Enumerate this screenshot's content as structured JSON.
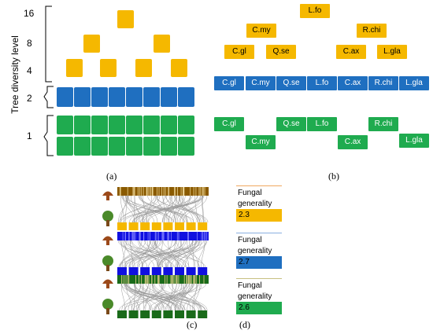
{
  "panel_a": {
    "y_title": "Tree diversity level",
    "ticks": [
      "16",
      "8",
      "4",
      "2",
      "1"
    ]
  },
  "panel_b": {
    "row_top": [
      "L.fo",
      "C.my",
      "R.chi",
      "C.gl",
      "Q.se",
      "C.ax",
      "L.gla"
    ],
    "row_blue": [
      "C.gl",
      "C.my",
      "Q.se",
      "L.fo",
      "C.ax",
      "R.chi",
      "L.gla"
    ],
    "row_green_upper": [
      "C.gl",
      "Q.se",
      "L.fo",
      "R.chi"
    ],
    "row_green_lower": [
      "C.my",
      "C.ax",
      "L.gla"
    ]
  },
  "panel_d": [
    {
      "title_line1": "Fungal",
      "title_line2": "generality",
      "value": "2.3"
    },
    {
      "title_line1": "Fungal",
      "title_line2": "generality",
      "value": "2.7"
    },
    {
      "title_line1": "Fungal",
      "title_line2": "generality",
      "value": "2.6"
    }
  ],
  "letters": {
    "a": "(a)",
    "b": "(b)",
    "c": "(c)",
    "d": "(d)"
  },
  "colors": {
    "yellow": "#f5b800",
    "blue": "#1f6fc0",
    "green": "#1fab4f",
    "bar_brown": "#8a5a00",
    "bar_blue": "#1010e0",
    "bar_green": "#1a6b1a",
    "mushroom": "#9c4a1a",
    "tree": "#4a8a2a"
  }
}
